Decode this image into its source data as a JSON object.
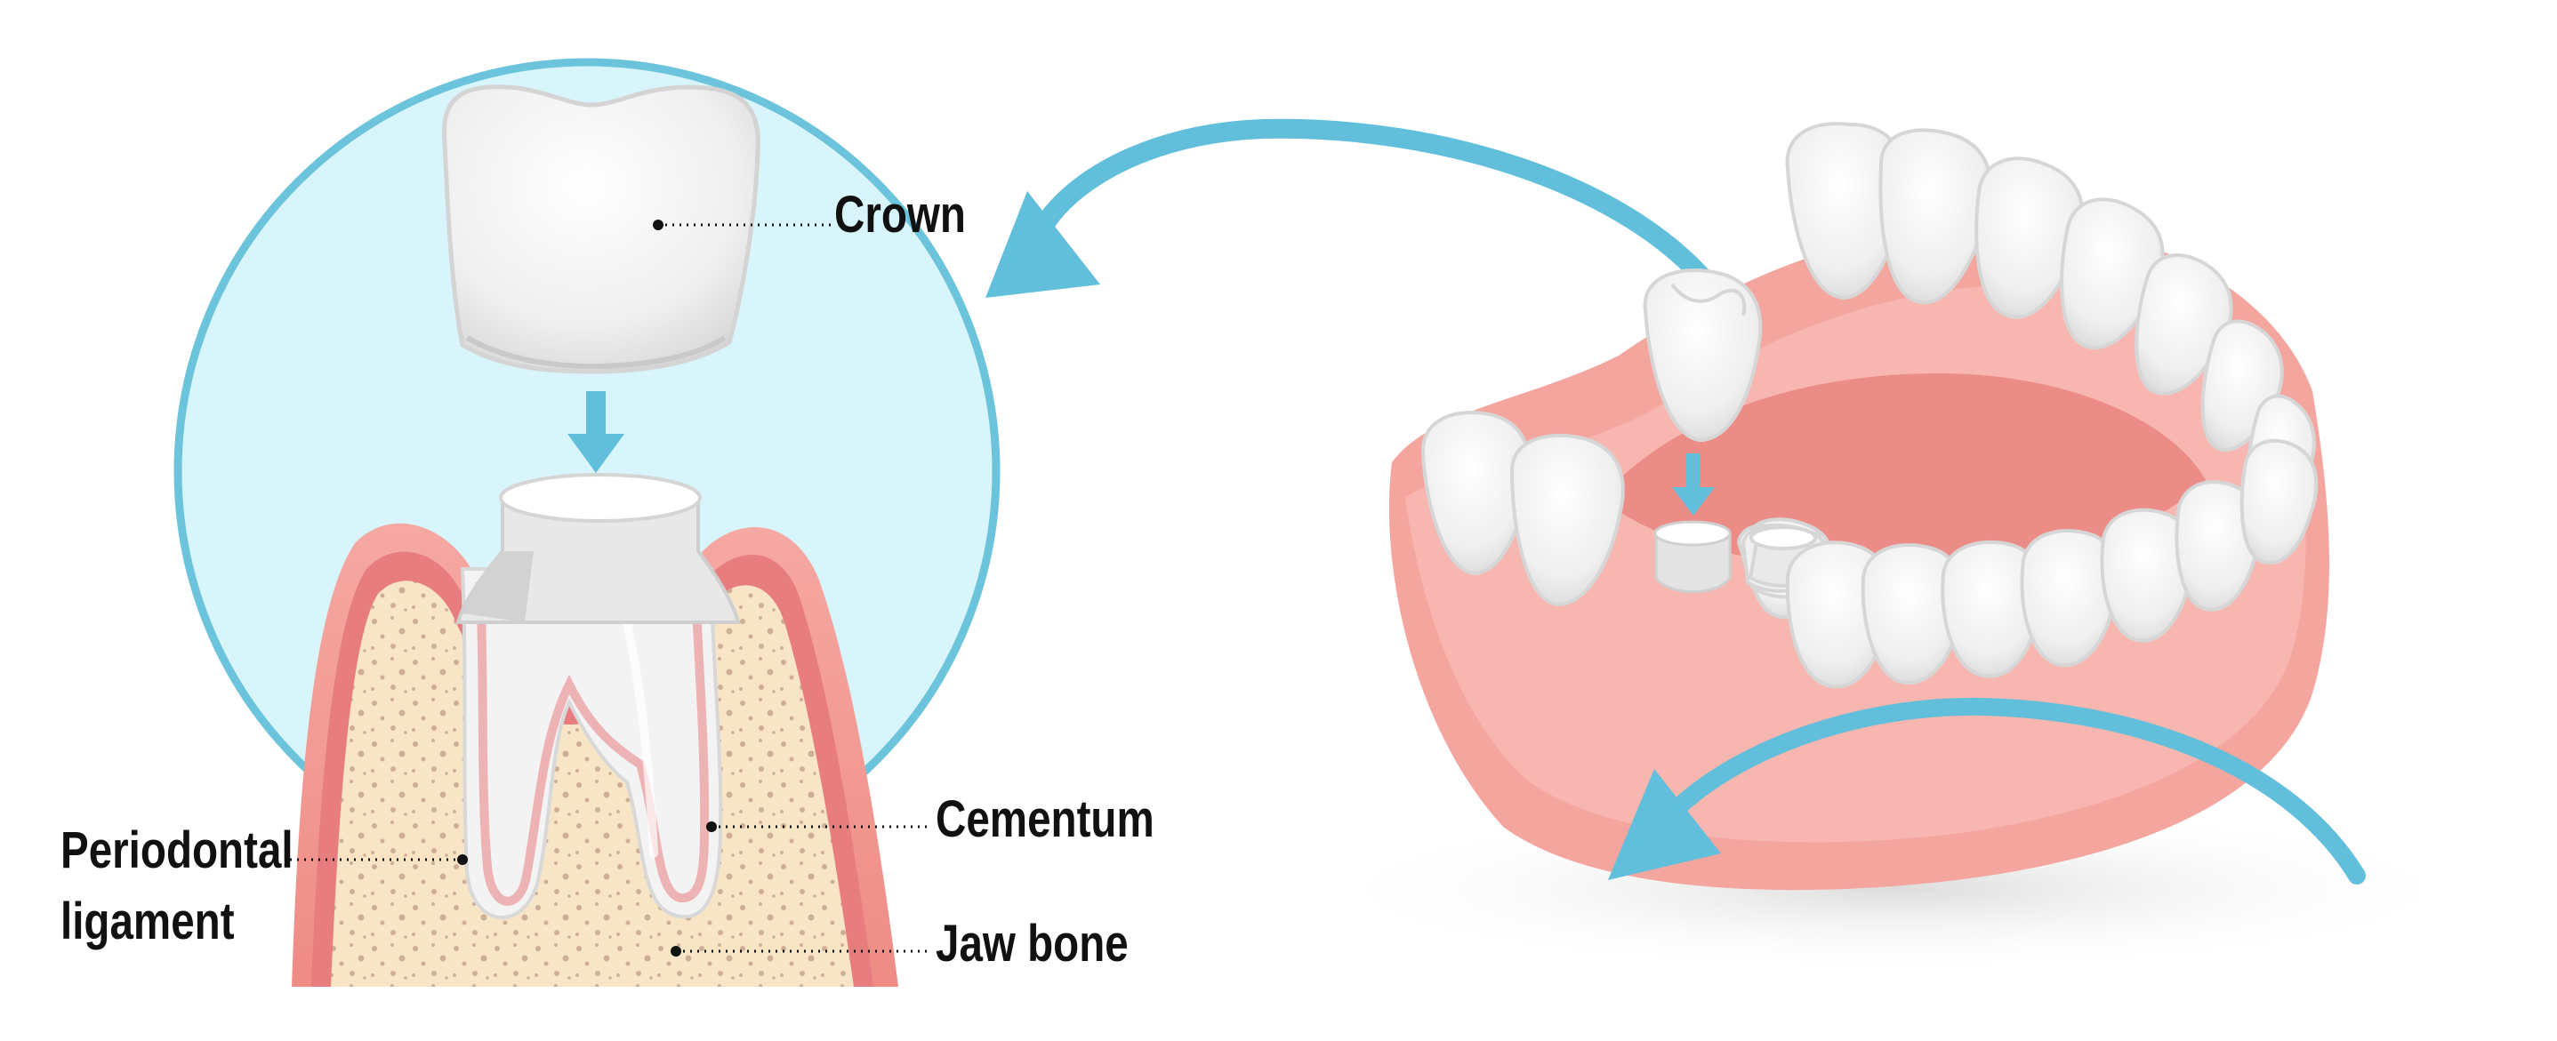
{
  "labels": {
    "crown": "Crown",
    "cementum": "Cementum",
    "periodontal_line1": "Periodontal",
    "periodontal_line2": "ligament",
    "jaw_bone": "Jaw bone"
  },
  "colors": {
    "circle_fill": "#d8f5fb",
    "circle_stroke": "#6cc4dc",
    "arrow": "#62bfdb",
    "gum": "#f4a59e",
    "gum_dark": "#e77d7f",
    "bone": "#f7e5c5",
    "bone_dots": "#cfae97",
    "tooth": "#f2f2f2",
    "tooth_shadow": "#d6d6d6",
    "label_text": "#111111"
  }
}
